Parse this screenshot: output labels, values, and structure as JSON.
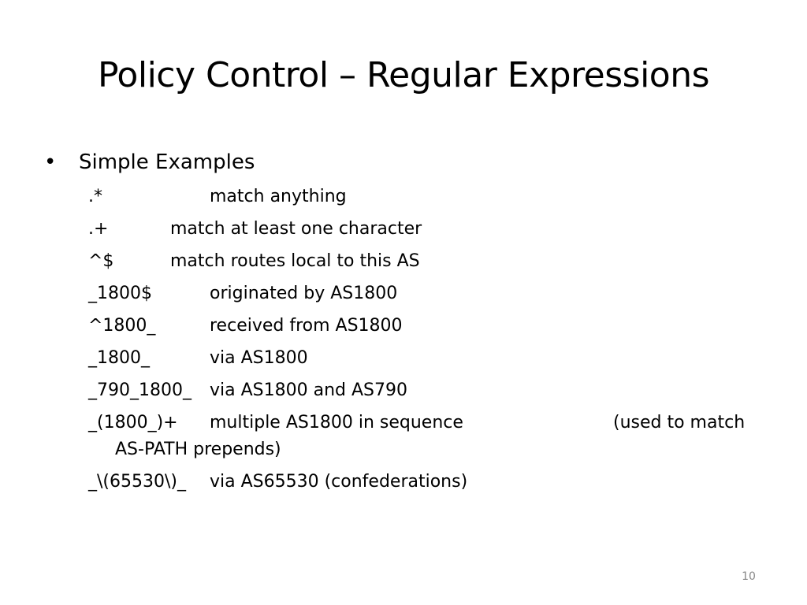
{
  "slide": {
    "title": "Policy Control – Regular Expressions",
    "bullet_symbol": "•",
    "bullet_text": "Simple Examples",
    "page_number": "10"
  },
  "examples": [
    {
      "pattern": ".*",
      "description": "match anything"
    },
    {
      "pattern": ".+",
      "description": "match at least one character"
    },
    {
      "pattern": "^$",
      "description": "match routes local to this AS"
    },
    {
      "pattern": "_1800$",
      "description": "originated by AS1800"
    },
    {
      "pattern": "^1800_",
      "description": "received from AS1800"
    },
    {
      "pattern": "_1800_",
      "description": "via AS1800"
    },
    {
      "pattern": "_790_1800_",
      "description": "via AS1800 and AS790"
    },
    {
      "pattern": "_(1800_)+",
      "description": "multiple AS1800 in sequence",
      "note": "(used to match",
      "continuation": "AS-PATH prepends)"
    },
    {
      "pattern": "_\\(65530\\)_",
      "description": "via AS65530 (confederations)"
    }
  ]
}
